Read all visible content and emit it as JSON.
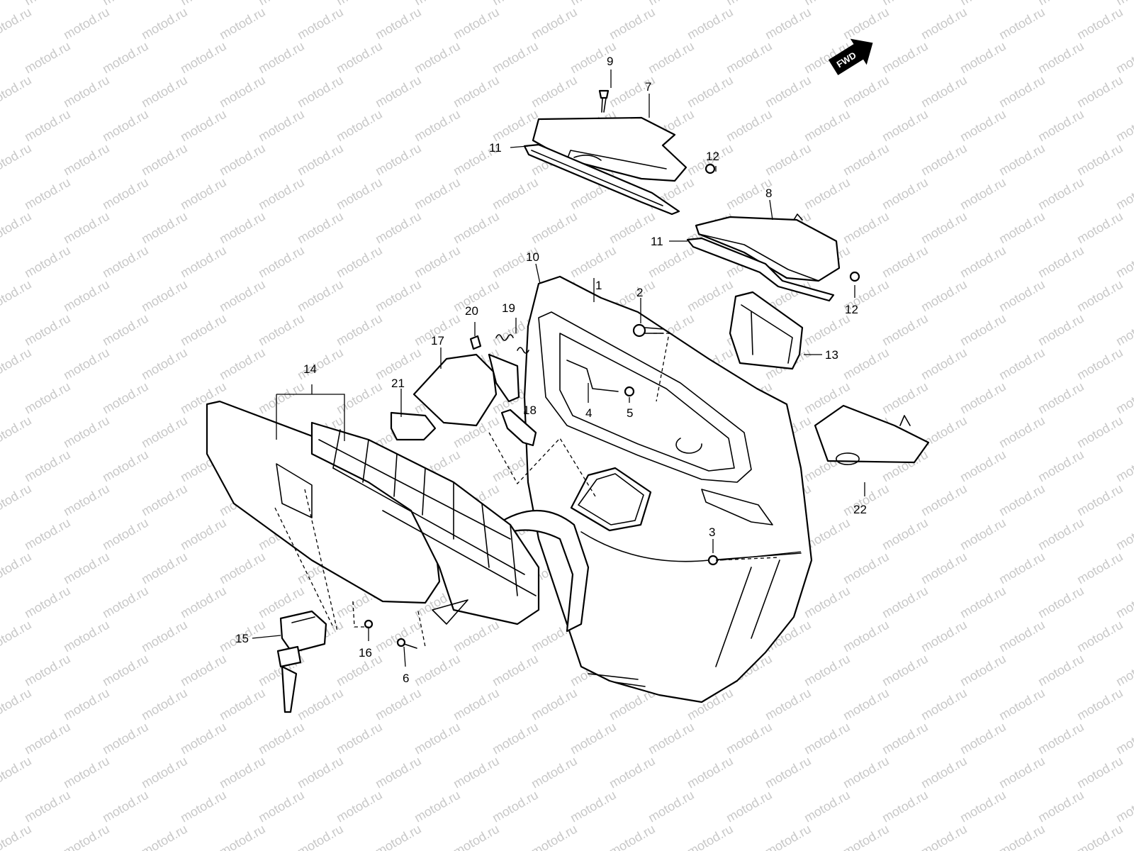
{
  "watermark": "motod.ru",
  "direction_badge": "FWD",
  "callouts": [
    "1",
    "2",
    "3",
    "4",
    "5",
    "6",
    "7",
    "8",
    "9",
    "10",
    "11",
    "11",
    "12",
    "12",
    "13",
    "14",
    "15",
    "16",
    "17",
    "18",
    "19",
    "20",
    "21",
    "22"
  ],
  "colors": {
    "ink": "#000000",
    "paper": "#ffffff",
    "watermark": "#c8c8c8"
  }
}
